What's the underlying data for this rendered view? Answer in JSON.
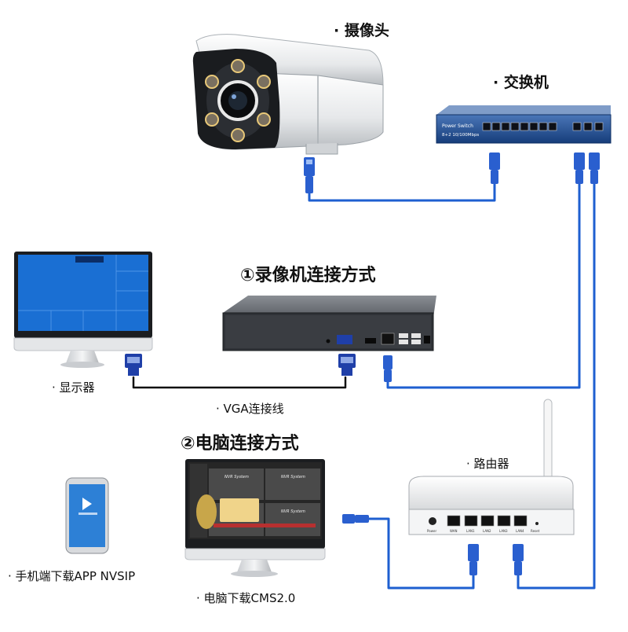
{
  "labels": {
    "camera": "· 摄像头",
    "switch": "· 交换机",
    "nvr_method": "①录像机连接方式",
    "monitor": "· 显示器",
    "vga_cable": "· VGA连接线",
    "pc_method": "②电脑连接方式",
    "router": "· 路由器",
    "phone_app": "· 手机端下载APP NVSIP",
    "pc_cms": "· 电脑下载CMS2.0"
  },
  "device_text": {
    "switch_brand": "Power Switch",
    "switch_spec": "8+2 10/100Mbps",
    "pc_screen_title_1": "NVR System",
    "pc_screen_title_2": "NVR System",
    "pc_screen_title_3": "NVR System",
    "router_ports": [
      "WAN",
      "LAN1",
      "LAN2",
      "LAN3",
      "LAN4"
    ],
    "router_reset": "Reset",
    "router_power": "Power"
  },
  "colors": {
    "cable_blue": "#1e5fd0",
    "vga_black": "#111111",
    "monitor_blue": "#1a6fd3",
    "nvr_dark": "#3a3d42"
  }
}
